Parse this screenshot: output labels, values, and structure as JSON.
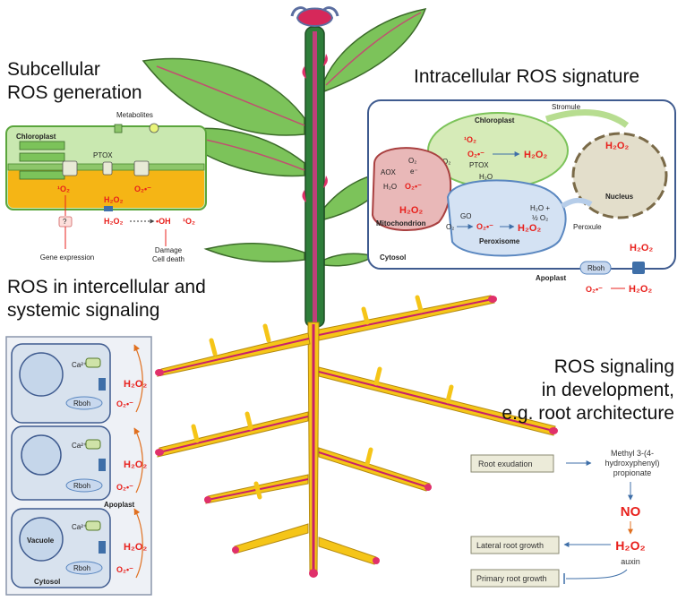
{
  "titles": {
    "subcellular_1": "Subcellular",
    "subcellular_2": "ROS generation",
    "intracellular": "Intracellular ROS signature",
    "intercellular_1": "ROS in intercellular and",
    "intercellular_2": "systemic signaling",
    "development_1": "ROS signaling",
    "development_2": "in development,",
    "development_3": "e.g. root architecture"
  },
  "chloroplast_panel": {
    "title": "Chloroplast",
    "metabolites": "Metabolites",
    "ptox": "PTOX",
    "singlet_o2": "¹O₂",
    "superoxide": "O₂•⁻",
    "h2o2_a": "H₂O₂",
    "h2o2_b": "H₂O₂",
    "hydroxyl": "•OH",
    "singlet_o2_b": "¹O₂",
    "question": "?",
    "gene_expression": "Gene expression",
    "damage": "Damage",
    "cell_death": "Cell death"
  },
  "intracellular_panel": {
    "chloroplast": "Chloroplast",
    "stromule": "Stromule",
    "singlet_o2": "¹O₂",
    "o2": "O₂",
    "superoxide": "O₂•⁻",
    "h2o2_chl": "H₂O₂",
    "ptox": "PTOX",
    "h2o_chl": "H₂O",
    "h2o2_nuc": "H₂O₂",
    "nucleus": "Nucleus",
    "aox": "AOX",
    "o2_mito": "O₂",
    "e_minus": "e⁻",
    "h2o_mito": "H₂O",
    "superoxide_mito": "O₂•⁻",
    "h2o2_mito": "H₂O₂",
    "mitochondrion": "Mitochondrion",
    "go": "GO",
    "o2_per": "O₂",
    "superoxide_per": "O₂•⁻",
    "h2o2_per": "H₂O₂",
    "h2o_per": "H₂O +",
    "half_o2": "½ O₂",
    "peroxisome": "Peroxisome",
    "peroxule": "Peroxule",
    "cytosol": "Cytosol",
    "apoplast": "Apoplast",
    "rboh": "Rboh",
    "h2o2_apo_top": "H₂O₂",
    "superoxide_apo": "O₂•⁻",
    "h2o2_apo": "H₂O₂"
  },
  "intercellular_panel": {
    "ca": "Ca²⁺",
    "rboh": "Rboh",
    "h2o2": "H₂O₂",
    "superoxide": "O₂•⁻",
    "apoplast": "Apoplast",
    "vacuole": "Vacuole",
    "cytosol": "Cytosol"
  },
  "development_panel": {
    "root_exudation": "Root exudation",
    "compound_1": "Methyl 3-(4-",
    "compound_2": "hydroxyphenyl)",
    "compound_3": "propionate",
    "no": "NO",
    "h2o2": "H₂O₂",
    "auxin": "auxin",
    "lateral_root_growth": "Lateral root growth",
    "primary_root_growth": "Primary root growth"
  },
  "colors": {
    "ros_red": "#e8201c",
    "leaf_green": "#7cc35a",
    "stem_dark": "#2e7d3a",
    "root_yellow": "#f5c518",
    "root_magenta": "#c8206a",
    "panel_blue": "#3f5b8f"
  }
}
